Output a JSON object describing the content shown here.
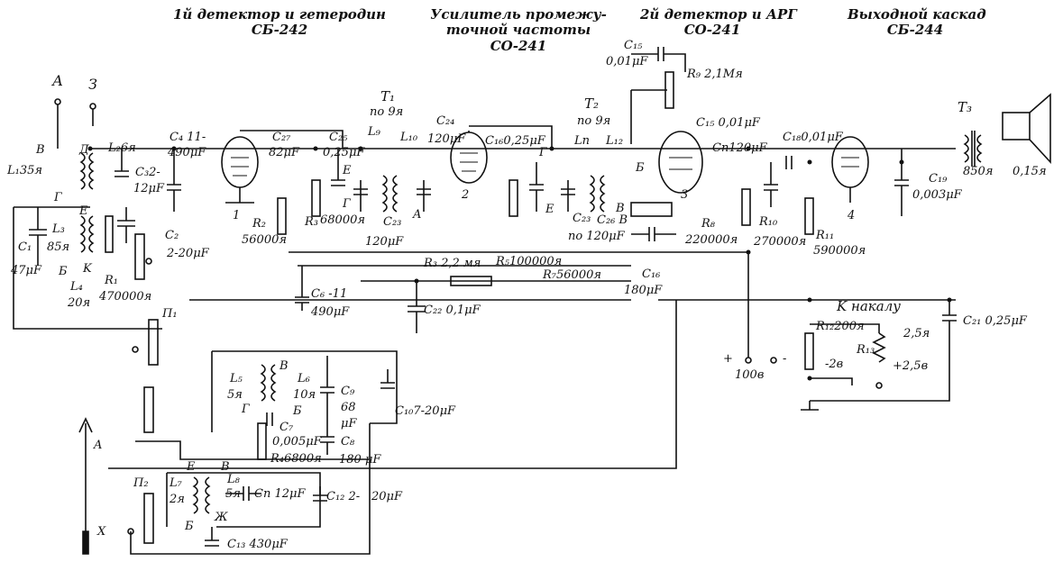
{
  "headers": [
    {
      "line1": "1й детектор и гетеродин",
      "line2": "СБ-242"
    },
    {
      "line1": "Усилитель промежу-",
      "line2": "точной частоты",
      "line3": "СО-241"
    },
    {
      "line1": "2й детектор и АРГ",
      "line2": "СО-241"
    },
    {
      "line1": "Выходной каскад",
      "line2": "СБ-244"
    }
  ],
  "labels": {
    "A_ant": "А",
    "Z_gnd": "З",
    "B": "В",
    "D": "Д",
    "L1": "L₁35я",
    "L2": "L₂6я",
    "G": "Г",
    "E": "E",
    "C1": "C₁",
    "C1v": "47μF",
    "L3": "L₃",
    "L3v": "85я",
    "Bb": "Б",
    "K": "K",
    "L4": "L₄",
    "L4v": "20я",
    "R1": "R₁",
    "R1v": "470000я",
    "C2": "C₂",
    "C2v": "2-20μF",
    "C3": "C₃2-",
    "C3v": "12μF",
    "C4": "C₄ 11-",
    "C4v": "490μF",
    "C27": "C₂₇",
    "C27v": "82μF",
    "R2": "R₂",
    "R2v": "56000я",
    "C25": "C₂₅",
    "C25v": "0,25μF",
    "E2": "E",
    "G2": "Г",
    "R3": "R₃",
    "R3v": "68000я",
    "T1": "T₁",
    "T1v": "по 9я",
    "L9": "L₉",
    "L10": "L₁₀",
    "C23": "C₂₃",
    "C23v": "120μF",
    "A2": "A",
    "C24": "C₂₄",
    "C24v": "120μF",
    "C16a": "C₁₆0,25μF",
    "G3": "Г",
    "E3": "E",
    "R5": "R₅100000я",
    "R3b": "R₃ 2,2 мя",
    "C22": "C₂₂ 0,1μF",
    "C6": "C₆ -11",
    "C6v": "490μF",
    "T2": "T₂",
    "T2v": "по 9я",
    "L11": "Lп",
    "L12": "L₁₂",
    "C23b": "C₂₃",
    "C26": "C₂₆ B",
    "C26v": "по 120μF",
    "R7": "R₇56000я",
    "C16": "C₁₆",
    "C16v": "180μF",
    "C15": "C₁₅",
    "C15v": "0,01μF",
    "R9": "R₉ 2,1Mя",
    "C15b": "C₁₅ 0,01μF",
    "Cp": "Cп120μF",
    "B3": "Б",
    "V3": "B",
    "R8": "R₈",
    "R8v": "220000я",
    "R10": "R₁₀",
    "R10v": "270000я",
    "C18": "C₁₈0,01μF",
    "R11": "R₁₁",
    "R11v": "590000я",
    "T3": "T₃",
    "T3v": "850я",
    "Sp": "0,15я",
    "C19": "C₁₉",
    "C19v": "0,003μF",
    "Knakalu": "K накалу",
    "R12": "R₁₂200я",
    "R13": "R₁₃",
    "R13v": "2,5я",
    "V25": "+2,5в",
    "m2v": "-2в",
    "C21": "C₂₁ 0,25μF",
    "V100": "100в",
    "plus": "+",
    "minus": "-",
    "P1": "П₁",
    "L5": "L₅",
    "L5v": "5я",
    "L6": "L₆",
    "L6v": "10я",
    "C9": "C₉",
    "C9v": "68",
    "C9u": "μF",
    "G4": "Г",
    "B4": "Б",
    "V4": "B",
    "C7": "C₇",
    "C7v": "0,005μF",
    "C8": "C₈",
    "C8v": "180 μF",
    "R4": "R₄6800я",
    "C10": "C₁₀7-20μF",
    "A_left": "A",
    "X_left": "X",
    "P2": "П₂",
    "E5": "E",
    "V5": "B",
    "L7": "L₇",
    "L7v": "2я",
    "L8": "L₈",
    "L8v": "5я",
    "C11": "Cп 12μF",
    "C12": "C₁₂ 2-",
    "C12v": "20μF",
    "B5": "Б",
    "Zh": "Ж",
    "C13": "C₁₃ 430μF",
    "t1": "1",
    "t2": "2",
    "t3": "3",
    "t4": "4"
  }
}
